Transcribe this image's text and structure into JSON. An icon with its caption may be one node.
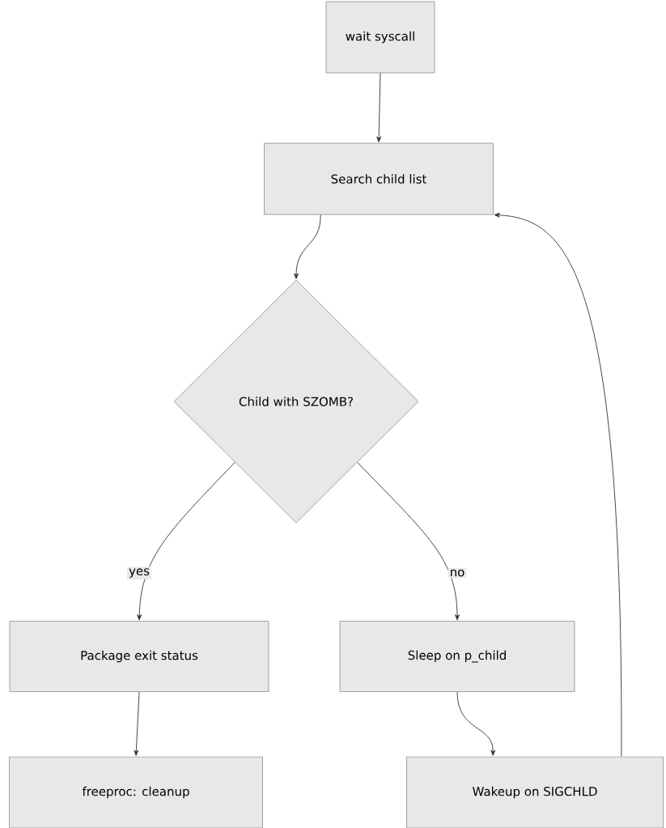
{
  "diagram": {
    "nodes": [
      {
        "text": [
          "wait syscall"
        ]
      },
      {
        "text": [
          "Search child list"
        ]
      },
      {
        "text": [
          "Child with SZOMB?"
        ]
      },
      {
        "text": [
          "Package exit status"
        ]
      },
      {
        "text": [
          "Sleep on p_child"
        ]
      },
      {
        "text": [
          "freeproc: cleanup"
        ]
      },
      {
        "text": [
          "Wakeup on SIGCHLD"
        ]
      }
    ],
    "edges": [
      {
        "from": 0,
        "to": 1,
        "arrow": "to"
      },
      {
        "from": 1,
        "to": 2,
        "arrow": "to"
      },
      {
        "from": 2,
        "to": 3,
        "arrow": "to",
        "label": "yes"
      },
      {
        "from": 2,
        "to": 4,
        "arrow": "to",
        "label": "no"
      },
      {
        "from": 3,
        "to": 5,
        "arrow": "to"
      },
      {
        "from": 4,
        "to": 6,
        "arrow": "to"
      },
      {
        "from": 6,
        "to": 1,
        "arrow": "to"
      }
    ]
  }
}
